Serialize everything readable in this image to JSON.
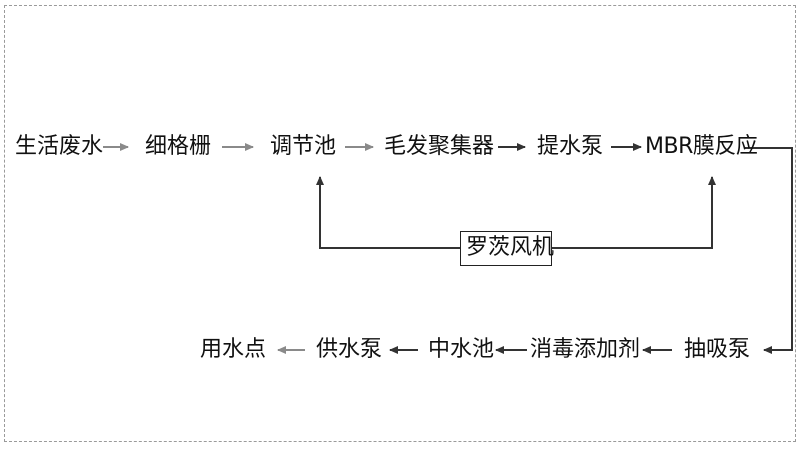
{
  "diagram": {
    "top_row": [
      {
        "id": "domestic-sewage",
        "label": "生活废水"
      },
      {
        "id": "fine-screen",
        "label": "细格栅"
      },
      {
        "id": "regulating-tank",
        "label": "调节池"
      },
      {
        "id": "hair-collector",
        "label": "毛发聚集器"
      },
      {
        "id": "lift-pump",
        "label": "提水泵"
      },
      {
        "id": "mbr-reactor",
        "label": "MBR膜反应"
      }
    ],
    "middle": {
      "id": "roots-blower",
      "label": "罗茨风机"
    },
    "bottom_row": [
      {
        "id": "suction-pump",
        "label": "抽吸泵"
      },
      {
        "id": "disinfectant-dosing",
        "label": "消毒添加剂"
      },
      {
        "id": "reclaimed-water-tank",
        "label": "中水池"
      },
      {
        "id": "supply-pump",
        "label": "供水泵"
      },
      {
        "id": "point-of-use",
        "label": "用水点"
      }
    ],
    "colors": {
      "line": "#333333",
      "arrow_light": "#8a8a8a",
      "frame": "#9a9a9a"
    }
  }
}
